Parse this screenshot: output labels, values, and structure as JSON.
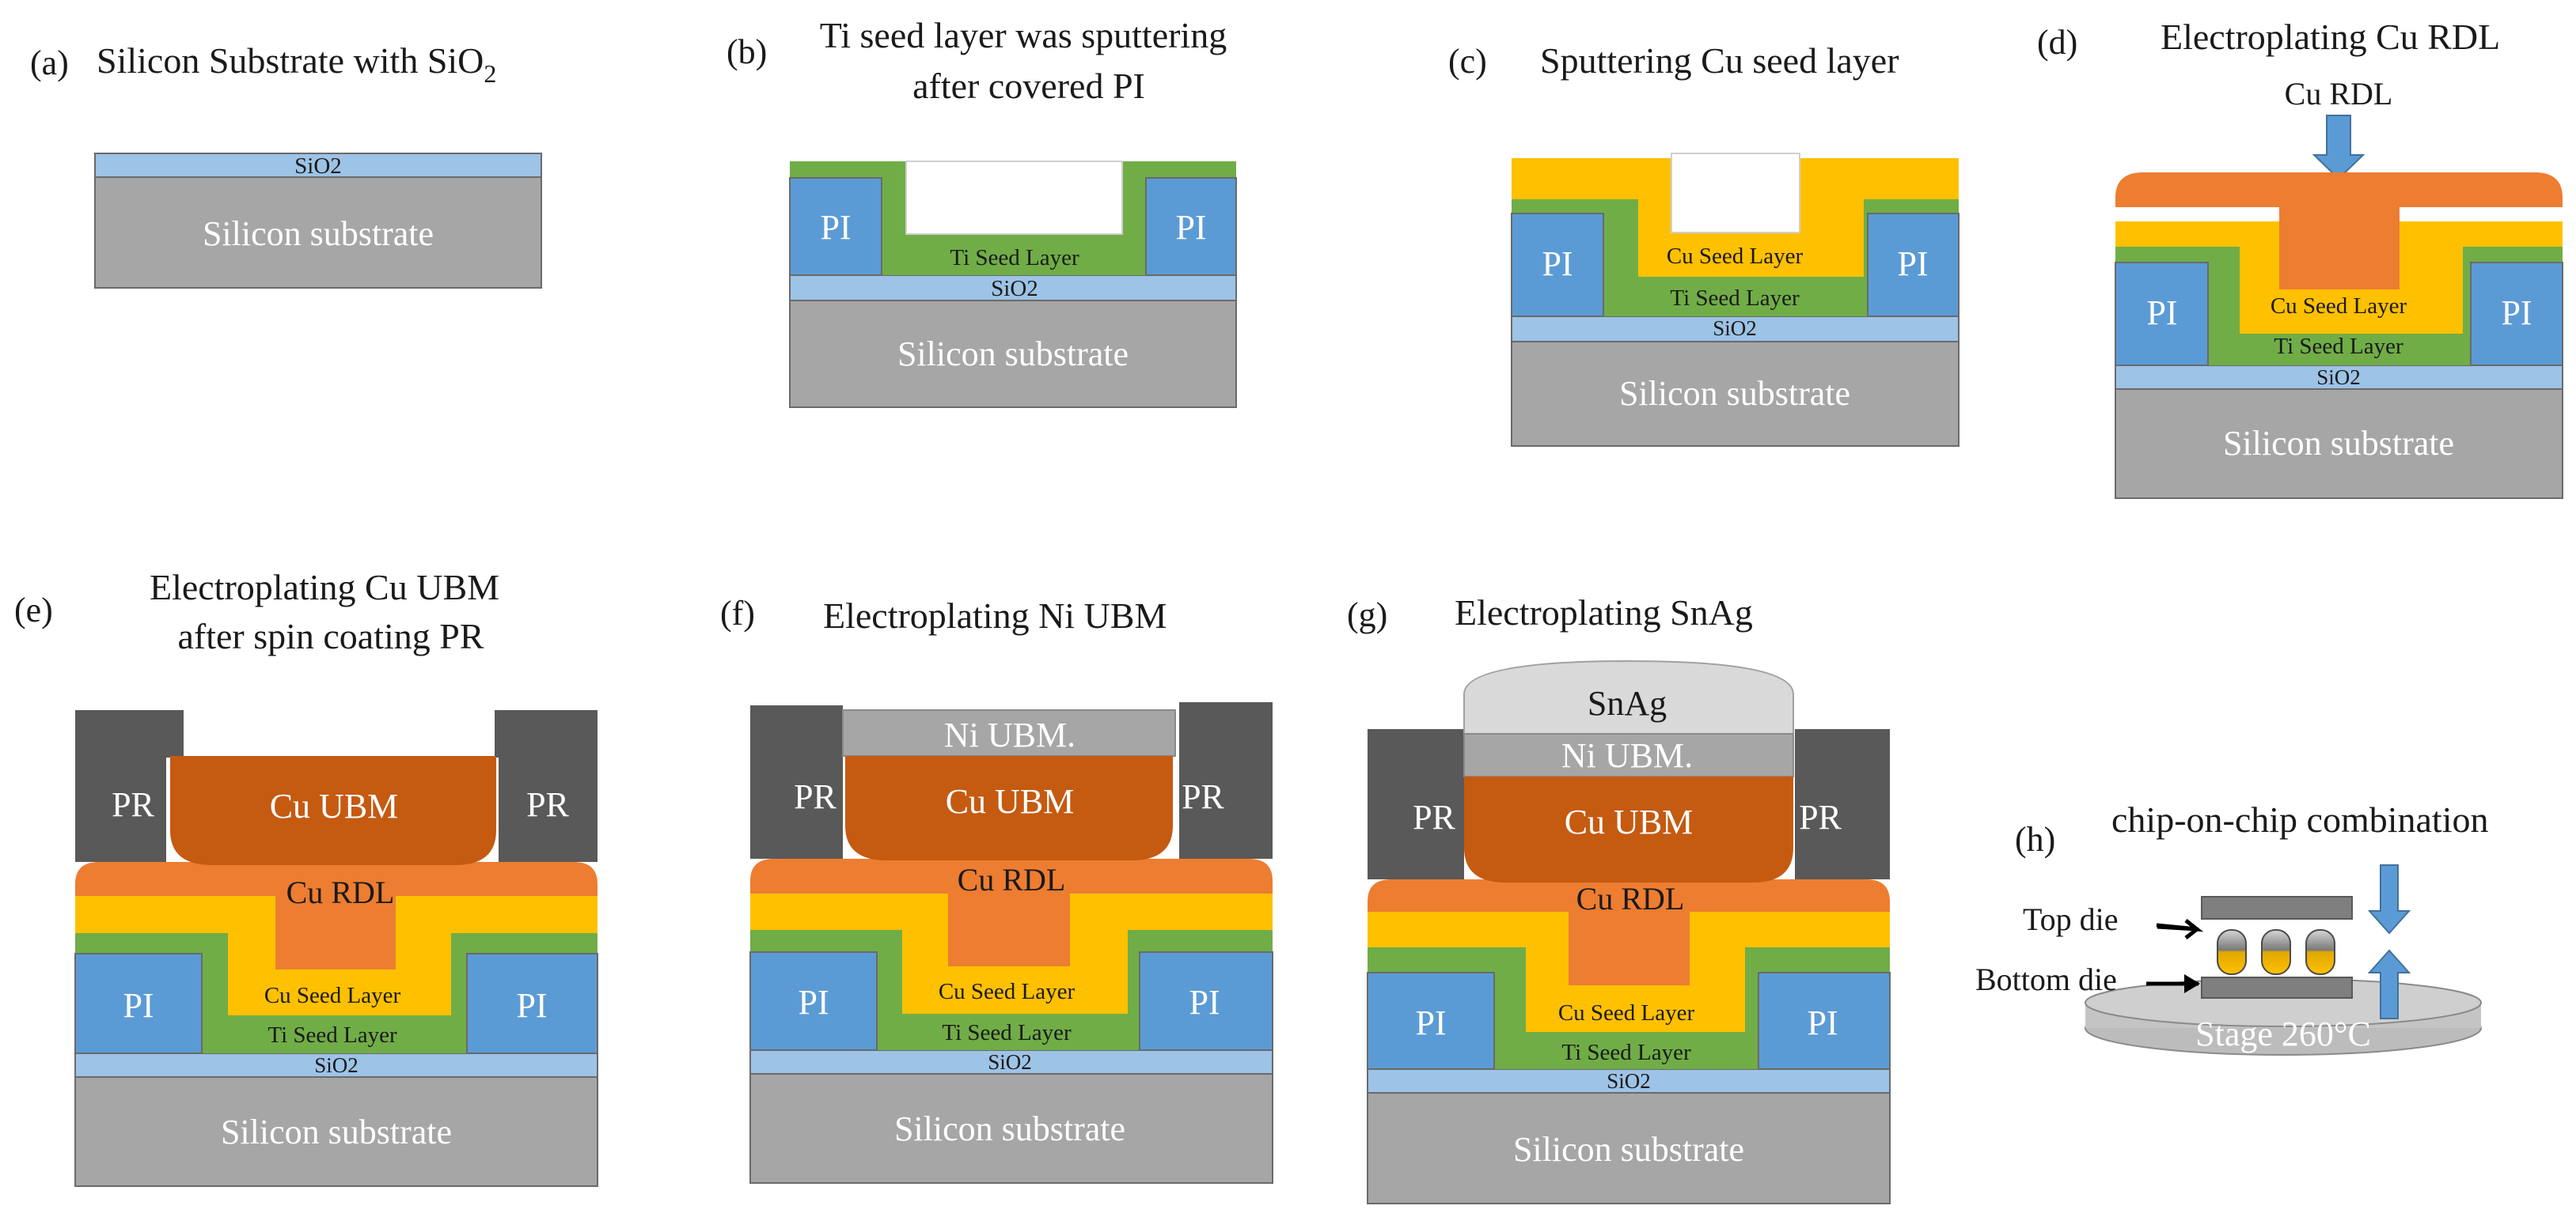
{
  "colors": {
    "silicon": "#a6a6a6",
    "sio2": "#9dc3e6",
    "pi": "#5b9bd5",
    "ti_seed": "#70ad47",
    "cu_seed": "#ffc000",
    "cu_rdl": "#ed7d31",
    "cu_ubm": "#c55a11",
    "pr": "#595959",
    "ni_ubm": "#a6a6a6",
    "snag": "#d9d9d9",
    "arrow": "#5b9bd5"
  },
  "panels": {
    "a": {
      "label": "(a)",
      "title": "Silicon Substrate with SiO",
      "title_sub": "2",
      "sio2": "SiO2",
      "silicon": "Silicon substrate"
    },
    "b": {
      "label": "(b)",
      "title_line1": "Ti seed layer was sputtering",
      "title_line2": "after covered PI",
      "pi": "PI",
      "ti": "Ti Seed Layer",
      "sio2": "SiO2",
      "silicon": "Silicon substrate"
    },
    "c": {
      "label": "(c)",
      "title": "Sputtering Cu seed layer",
      "pi": "PI",
      "cu_seed": "Cu Seed Layer",
      "ti": "Ti Seed Layer",
      "sio2": "SiO2",
      "silicon": "Silicon substrate"
    },
    "d": {
      "label": "(d)",
      "title": "Electroplating  Cu RDL",
      "arrow_label": "Cu RDL",
      "pi": "PI",
      "cu_seed": "Cu Seed Layer",
      "ti": "Ti Seed Layer",
      "sio2": "SiO2",
      "silicon": "Silicon substrate"
    },
    "e": {
      "label": "(e)",
      "title_line1": "Electroplating Cu UBM",
      "title_line2": "after spin coating PR",
      "pr": "PR",
      "cu_ubm": "Cu UBM",
      "cu_rdl": "Cu RDL",
      "pi": "PI",
      "cu_seed": "Cu Seed Layer",
      "ti": "Ti Seed Layer",
      "sio2": "SiO2",
      "silicon": "Silicon substrate"
    },
    "f": {
      "label": "(f)",
      "title": "Electroplating Ni UBM",
      "ni_ubm": "Ni UBM.",
      "pr": "PR",
      "cu_ubm": "Cu UBM",
      "cu_rdl": "Cu RDL",
      "pi": "PI",
      "cu_seed": "Cu Seed Layer",
      "ti": "Ti Seed Layer",
      "sio2": "SiO2",
      "silicon": "Silicon substrate"
    },
    "g": {
      "label": "(g)",
      "title": "Electroplating SnAg",
      "snag": "SnAg",
      "ni_ubm": "Ni UBM.",
      "pr": "PR",
      "cu_ubm": "Cu UBM",
      "cu_rdl": "Cu RDL",
      "pi": "PI",
      "cu_seed": "Cu Seed Layer",
      "ti": "Ti Seed Layer",
      "sio2": "SiO2",
      "silicon": "Silicon substrate"
    },
    "h": {
      "label": "(h)",
      "title": "chip-on-chip combination",
      "top_die": "Top die",
      "bottom_die": "Bottom die",
      "stage": "Stage 260°C"
    }
  }
}
